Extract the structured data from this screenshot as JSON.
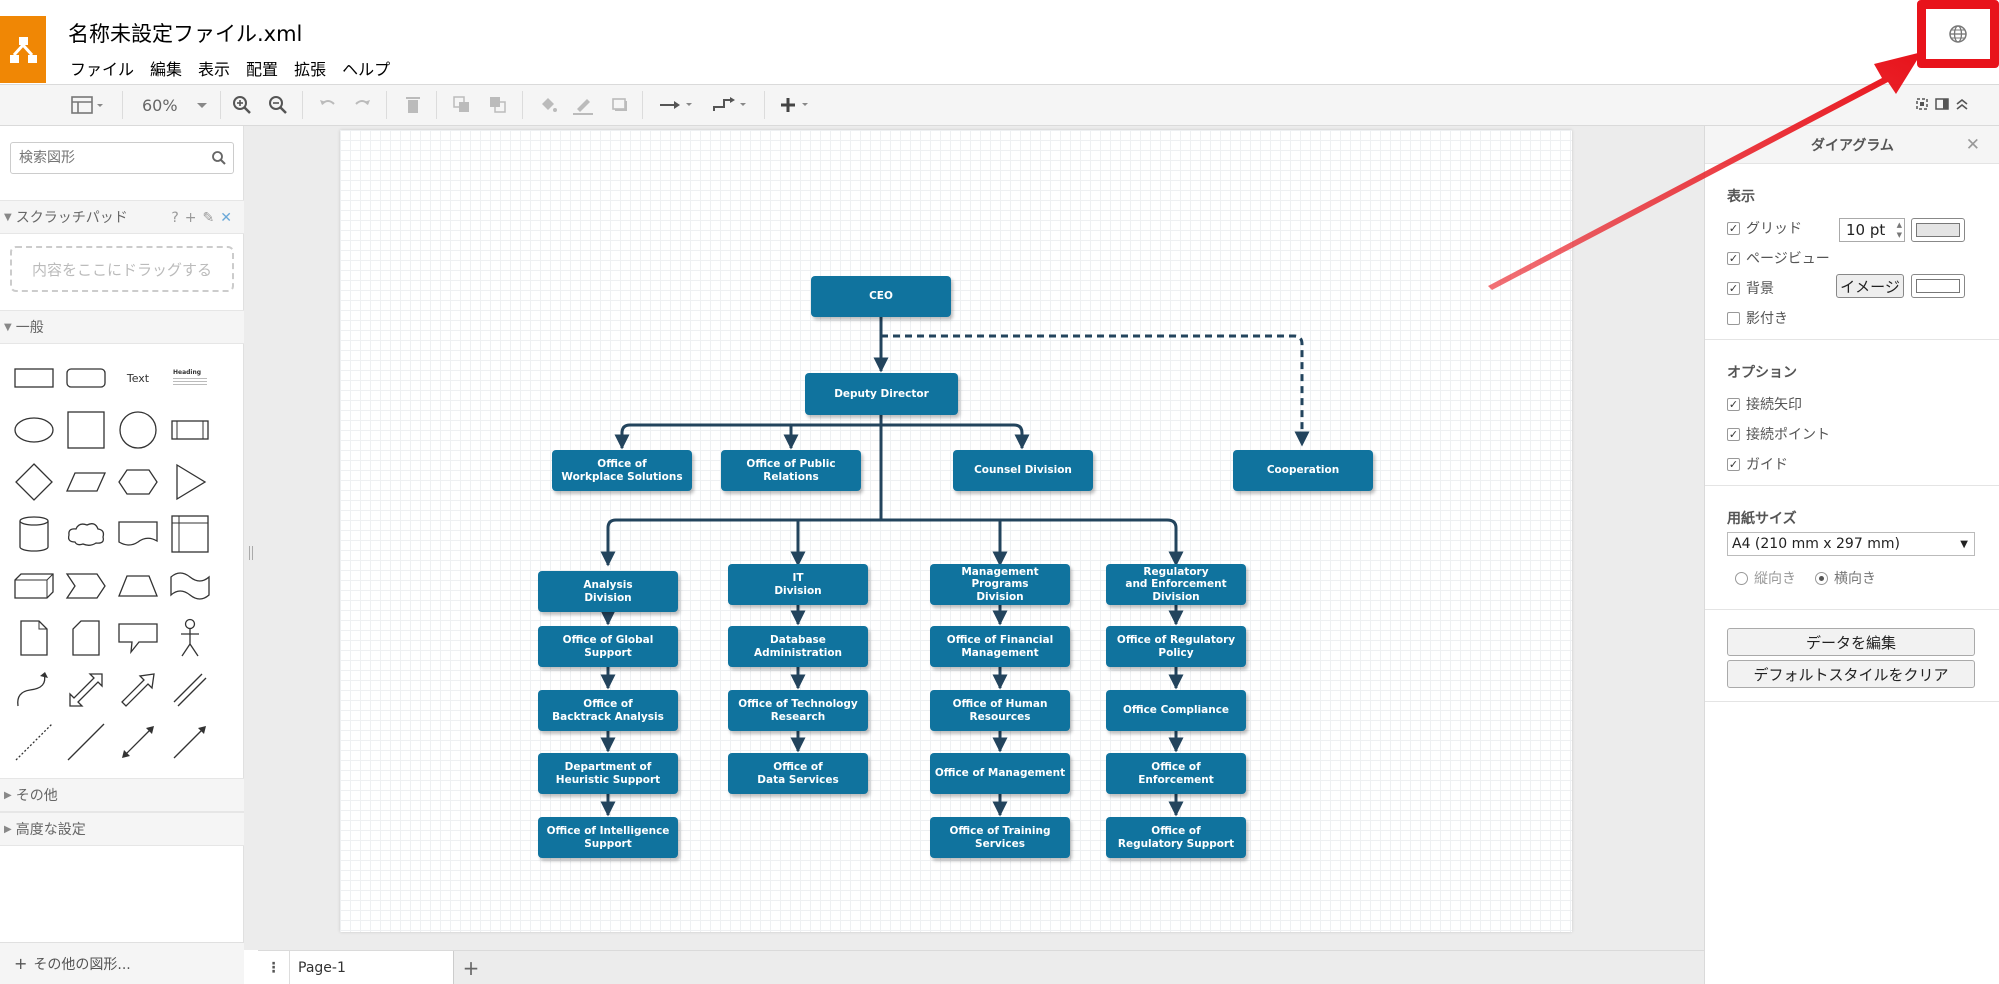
{
  "header": {
    "title": "名称未設定ファイル.xml",
    "menu": [
      "ファイル",
      "編集",
      "表示",
      "配置",
      "拡張",
      "ヘルプ"
    ]
  },
  "toolbar": {
    "zoom": "60%"
  },
  "left_panel": {
    "search_placeholder": "検索図形",
    "scratchpad_label": "スクラッチパッド",
    "scratchpad_help": "?",
    "scratchpad_drop": "内容をここにドラッグする",
    "general_label": "一般",
    "shape_text": "Text",
    "shape_heading": "Heading",
    "other_label": "その他",
    "advanced_label": "高度な設定",
    "more_shapes": "その他の図形..."
  },
  "diagram": {
    "nodes": {
      "ceo": "CEO",
      "deputy": "Deputy Director",
      "workplace": "Office of\nWorkplace Solutions",
      "public_relations": "Office of Public Relations",
      "counsel": "Counsel Division",
      "cooperation": "Cooperation",
      "analysis": "Analysis\nDivision",
      "it": "IT\nDivision",
      "mgmt_programs": "Management Programs\nDivision",
      "regulatory": "Regulatory\nand Enforcement Division",
      "global_support": "Office of Global Support",
      "backtrack": "Office of\nBacktrack Analysis",
      "heuristic": "Department of\nHeuristic Support",
      "intelligence": "Office of Intelligence\nSupport",
      "db_admin": "Database Administration",
      "tech_research": "Office of Technology\nResearch",
      "data_services": "Office of\nData Services",
      "financial": "Office of Financial\nManagement",
      "human_resources": "Office of Human Resources",
      "management": "Office of Management",
      "training": "Office of Training Services",
      "reg_policy": "Office of Regulatory Policy",
      "compliance": "Office Compliance",
      "enforcement": "Office of\nEnforcement",
      "reg_support": "Office of\nRegulatory Support"
    }
  },
  "page_tabs": {
    "current": "Page-1",
    "add": "+",
    "menu": "⋮"
  },
  "right_panel": {
    "title": "ダイアグラム",
    "close": "✕",
    "view_heading": "表示",
    "grid_label": "グリッド",
    "grid_size": "10 pt",
    "pageview_label": "ページビュー",
    "background_label": "背景",
    "image_button": "イメージ",
    "shadow_label": "影付き",
    "options_heading": "オプション",
    "connection_arrows": "接続矢印",
    "connection_points": "接続ポイント",
    "guides": "ガイド",
    "paper_heading": "用紙サイズ",
    "paper_size": "A4 (210 mm x 297 mm)",
    "portrait": "縦向き",
    "landscape": "横向き",
    "edit_data": "データを編集",
    "clear_style": "デフォルトスタイルをクリア"
  },
  "colors": {
    "node_fill": "#10739e",
    "edge": "#23445d",
    "accent_orange": "#f08705",
    "highlight_red": "#e8131b"
  }
}
